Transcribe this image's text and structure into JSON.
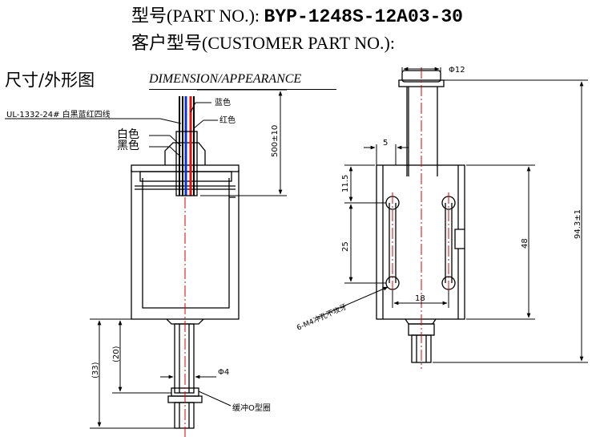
{
  "header": {
    "part_label": "型号(PART NO.):",
    "part_no": "BYP-1248S-12A03-30",
    "customer_label": "客户型号(CUSTOMER PART NO.):",
    "section_cn": "尺寸/外形图",
    "section_en": "DIMENSION/APPEARANCE"
  },
  "annotations": {
    "wire_spec": "UL-1332-24# 白黑蓝红四线",
    "blue": "蓝色",
    "red": "红色",
    "white": "白色",
    "black": "黑色",
    "lead_length": "500±10",
    "stroke": "(20)",
    "plunger_len": "(33)",
    "plunger_dia": "Φ4",
    "buffer_ring": "缓冲O型圈"
  },
  "side_view": {
    "top_dia": "Φ12",
    "dim_5": "5",
    "dim_11_5": "11.5",
    "dim_25": "25",
    "dim_48": "48",
    "dim_18": "18",
    "total_len": "94.3±1",
    "holes": "6-M4冲孔不攻牙"
  },
  "colors": {
    "line": "#000000",
    "centerline": "#e00000",
    "blue_wire": "#1030d0",
    "red_wire": "#e01010"
  }
}
